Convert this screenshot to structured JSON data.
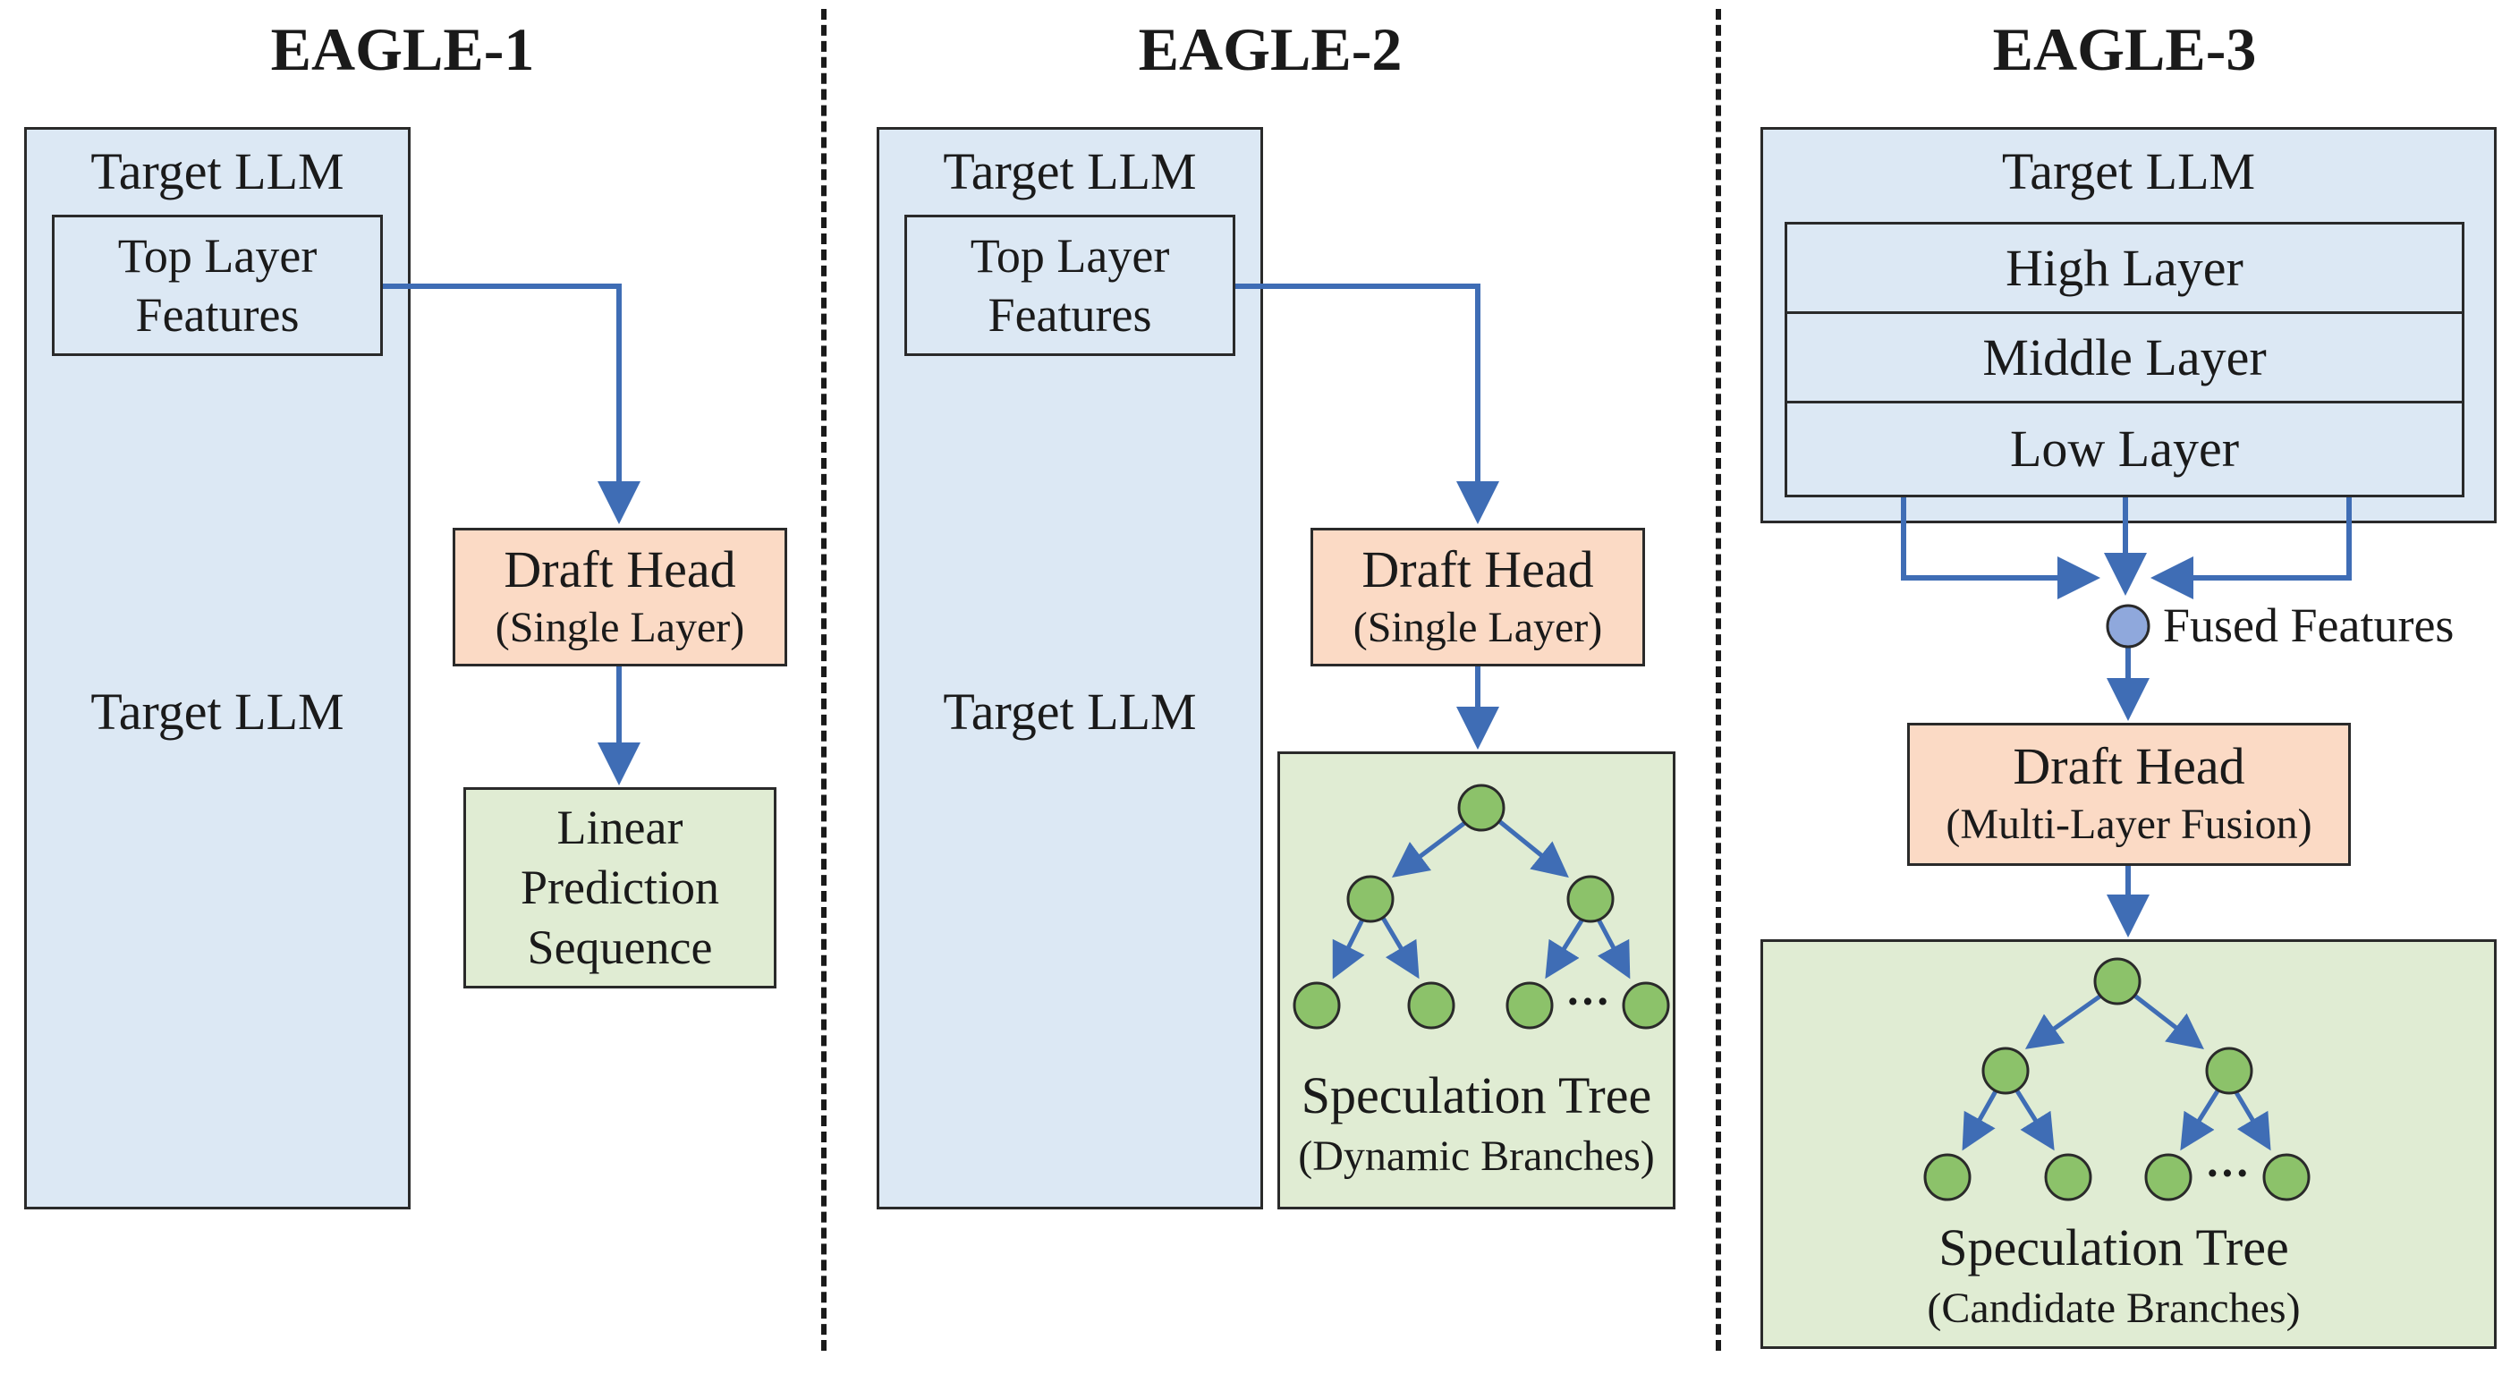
{
  "panels": [
    {
      "title": "EAGLE-1",
      "target_label": "Target LLM",
      "feature_box": [
        "Top Layer",
        "Features"
      ],
      "middle_label": "Target LLM",
      "draft_head": {
        "title": "Draft Head",
        "subtitle": "(Single Layer)"
      },
      "output": [
        "Linear",
        "Prediction",
        "Sequence"
      ]
    },
    {
      "title": "EAGLE-2",
      "target_label": "Target LLM",
      "feature_box": [
        "Top Layer",
        "Features"
      ],
      "middle_label": "Target LLM",
      "draft_head": {
        "title": "Draft Head",
        "subtitle": "(Single Layer)"
      },
      "tree": {
        "title": "Speculation Tree",
        "subtitle": "(Dynamic Branches)",
        "ellipsis": "···"
      }
    },
    {
      "title": "EAGLE-3",
      "target_label": "Target LLM",
      "layers": [
        "High Layer",
        "Middle Layer",
        "Low Layer"
      ],
      "fused_label": "Fused Features",
      "draft_head": {
        "title": "Draft Head",
        "subtitle": "(Multi-Layer Fusion)"
      },
      "tree": {
        "title": "Speculation Tree",
        "subtitle": "(Candidate Branches)",
        "ellipsis": "···"
      }
    }
  ],
  "colors": {
    "llm_fill": "#dce8f4",
    "draft_fill": "#fbdac5",
    "output_fill": "#e0ecd3",
    "arrow": "#3f6db5",
    "node_fill": "#8cc26a",
    "fused_node": "#8fa8dc"
  }
}
